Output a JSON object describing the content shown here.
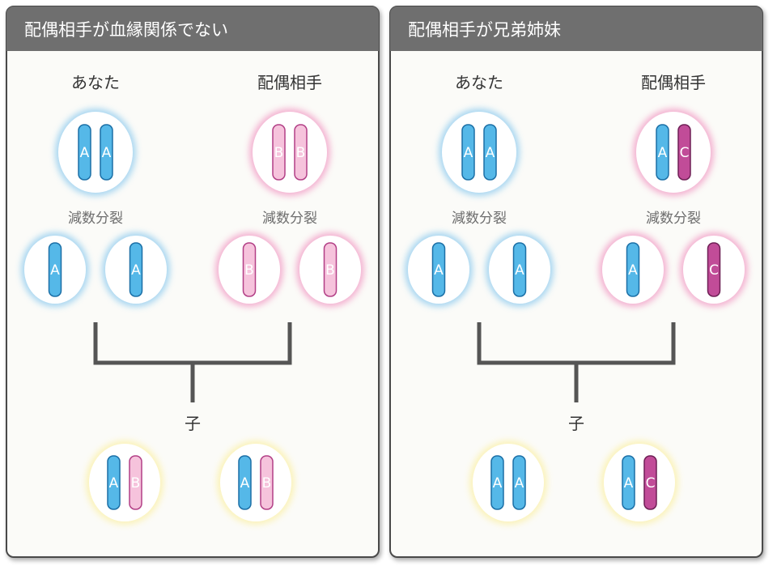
{
  "colors": {
    "panel_header": "#6f6f6f",
    "panel_border": "#4a4a4a",
    "panel_bg": "#fbfbf8",
    "connector": "#555555",
    "glow_blue": "#9fd2f0",
    "glow_pink": "#f3a9cc",
    "glow_yellow": "#fbf2b3",
    "chromo_A": "#55b8e8",
    "chromo_A_stroke": "#1b6fa6",
    "chromo_B": "#f6c3dc",
    "chromo_B_stroke": "#b23f86",
    "chromo_C": "#c14c98",
    "chromo_C_stroke": "#6e1f55"
  },
  "panels": [
    {
      "title": "配偶相手が血縁関係でない",
      "you_label": "あなた",
      "partner_label": "配偶相手",
      "you_meiosis_label": "減数分裂",
      "partner_meiosis_label": "減数分裂",
      "child_label": "子",
      "you_parent": [
        "A",
        "A"
      ],
      "partner_parent": [
        "B",
        "B"
      ],
      "you_gametes": [
        "A",
        "A"
      ],
      "partner_gametes": [
        "B",
        "B"
      ],
      "children": [
        [
          "A",
          "B"
        ],
        [
          "A",
          "B"
        ]
      ]
    },
    {
      "title": "配偶相手が兄弟姉妹",
      "you_label": "あなた",
      "partner_label": "配偶相手",
      "you_meiosis_label": "減数分裂",
      "partner_meiosis_label": "減数分裂",
      "child_label": "子",
      "you_parent": [
        "A",
        "A"
      ],
      "partner_parent": [
        "A",
        "C"
      ],
      "you_gametes": [
        "A",
        "A"
      ],
      "partner_gametes": [
        "A",
        "C"
      ],
      "children": [
        [
          "A",
          "A"
        ],
        [
          "A",
          "C"
        ]
      ]
    }
  ]
}
